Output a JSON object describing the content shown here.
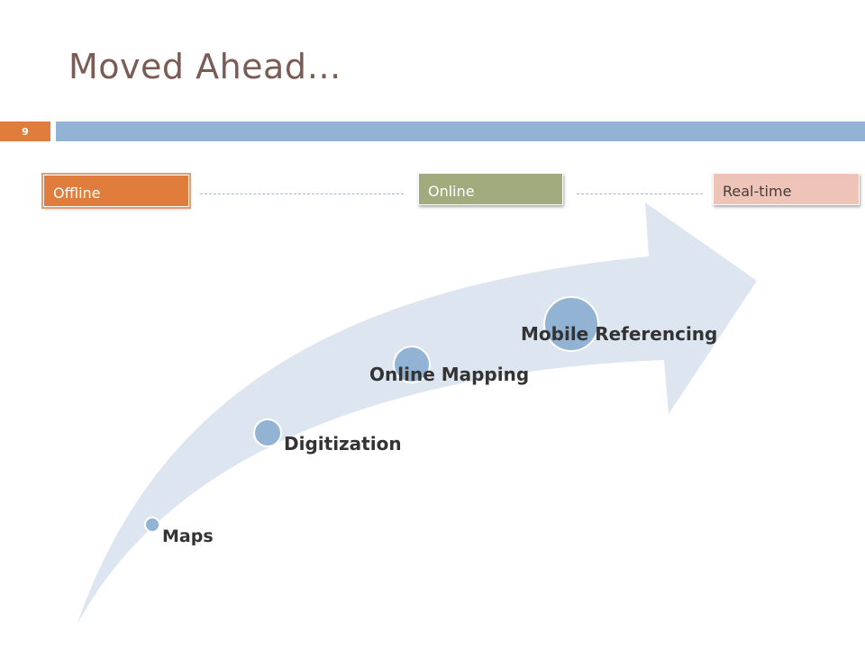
{
  "slide": {
    "title": "Moved Ahead…",
    "number": "9"
  },
  "phases": [
    {
      "label": "Offline",
      "color": "#e07d3c"
    },
    {
      "label": "Online",
      "color": "#a1ab7e"
    },
    {
      "label": "Real-time",
      "color": "#efc4b8"
    }
  ],
  "steps": [
    {
      "label": "Maps"
    },
    {
      "label": "Digitization"
    },
    {
      "label": "Online Mapping"
    },
    {
      "label": "Mobile Referencing"
    }
  ],
  "colors": {
    "arrow": "#dde5f0",
    "node": "#93b3d4",
    "accent": "#e07d3c",
    "header_bar": "#93b3d4"
  }
}
